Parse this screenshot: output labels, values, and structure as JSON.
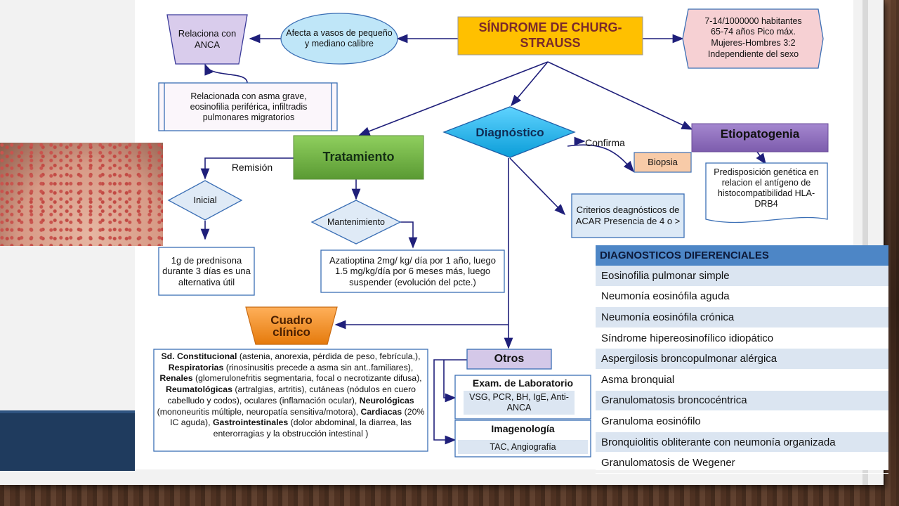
{
  "title": "SÍNDROME DE CHURG-STRAUSS",
  "epidemiology": [
    "7-14/1000000 habitantes",
    "65-74 años Pico máx.",
    "Mujeres-Hombres 3:2",
    "Independiente  del sexo"
  ],
  "vessels": "Afecta a vasos de pequeño y mediano calibre",
  "anca": "Relaciona con ANCA",
  "asthma": "Relacionada con asma grave, eosinofilia periférica, infiltradis pulmonares migratorios",
  "diagnostico": "Diagnóstico",
  "confirma": "Confirma",
  "biopsia": "Biopsia",
  "etiopatogenia": "Etiopatogenia",
  "hla": "Predisposición genética en relacion el antígeno de histocompatibilidad HLA-DRB4",
  "criterios": "Criterios deagnósticos de ACAR Presencia de 4 o >",
  "tratamiento": "Tratamiento",
  "remision": "Remisión",
  "inicial": "Inicial",
  "mantenimiento": "Mantenimiento",
  "prednisona": "1g de prednisona durante 3 días es una alternativa útil",
  "azatioprina": "Azatioptina 2mg/ kg/ día por 1 año, luego 1.5 mg/kg/día por 6 meses más, luego suspender (evolución del pcte.)",
  "cuadro": "Cuadro clínico",
  "clinical": [
    {
      "b": "Sd. Constitucional",
      "t": " (astenia, anorexia, pérdida de peso, febrícula,), "
    },
    {
      "b": "Respiratorias",
      "t": " (rinosinusitis precede a asma  sin ant..familiares), "
    },
    {
      "b": "Renales",
      "t": " (glomerulonefritis segmentaria, focal o necrotizante difusa), "
    },
    {
      "b": "Reumatológicas",
      "t": " (artralgias, artritis), cutáneas (nódulos en cuero cabelludo y codos), oculares (inflamación ocular), "
    },
    {
      "b": "Neurológicas",
      "t": " (mononeuritis múltiple, neuropatía sensitiva/motora), "
    },
    {
      "b": "Cardiacas",
      "t": " (20% IC aguda), "
    },
    {
      "b": "Gastrointestinales",
      "t": " (dolor abdominal, la diarrea, las enterorragias y la obstrucción intestinal )"
    }
  ],
  "otros": "Otros",
  "lab_title": "Exam.  de Laboratorio",
  "lab_body": "VSG, PCR, BH, IgE, Anti-ANCA",
  "img_title": "Imagenología",
  "img_body": "TAC,  Angiografía",
  "ddx_header": "DIAGNOSTICOS  DIFERENCIALES",
  "ddx_items": [
    "Eosinofilia pulmonar simple",
    "Neumonía eosinófila aguda",
    "Neumonía eosinófila crónica",
    "Síndrome hipereosinofílico idiopático",
    "Aspergilosis broncopulmonar alérgica",
    "Asma bronquial",
    "Granulomatosis broncocéntrica",
    "Granuloma eosinófilo",
    "Bronquiolitis obliterante con neumonía organizada",
    "Granulomatosis de Wegener"
  ],
  "colors": {
    "title_bg": "#ffc000",
    "tratamiento_bg": "#70ad47",
    "diagnostico_bg": "#1ab2e8",
    "etio_bg": "#8e6bbd",
    "cuadro_bg": "#f28c1c",
    "biopsia_bg": "#f8cba8",
    "line": "#1f1f7a"
  }
}
